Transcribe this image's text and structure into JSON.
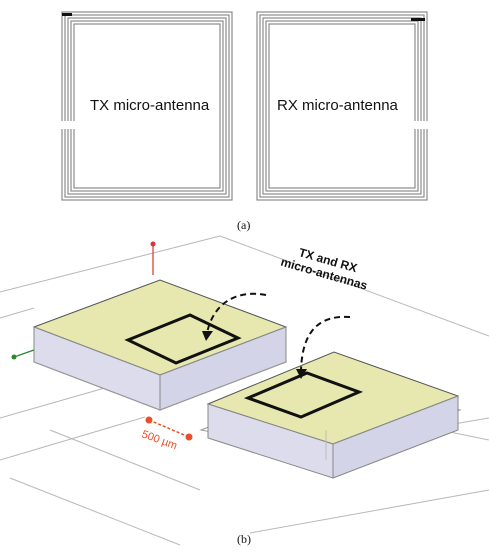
{
  "panel_a": {
    "tx_label": "TX micro-antenna",
    "rx_label": "RX micro-antenna",
    "caption": "(a)"
  },
  "panel_b": {
    "callout_line1": "TX and RX",
    "callout_line2": "micro-antennas",
    "scale_label": "500 µm",
    "caption": "(b)"
  },
  "colors": {
    "coil": "#8c8c8c",
    "substrate_top": "#e7e8b0",
    "substrate_side": "#d9d9ea",
    "scale_bar": "#e8502a",
    "axis_z": "#e03030",
    "axis_y": "#2a8a2a"
  }
}
